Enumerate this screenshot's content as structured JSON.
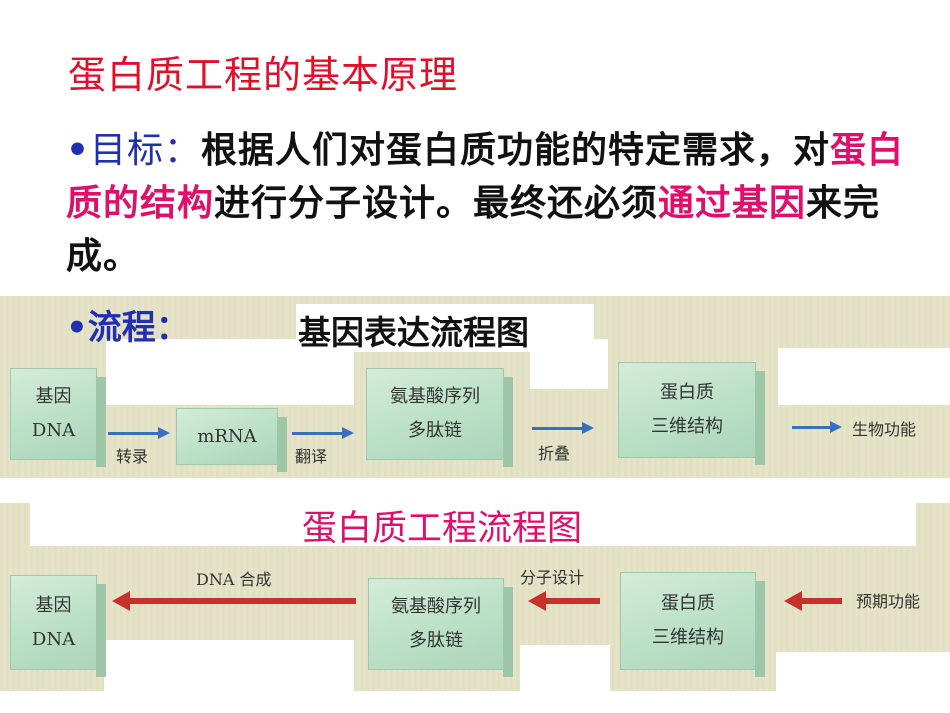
{
  "title": "蛋白质工程的基本原理",
  "goal": {
    "bullet": "•",
    "label": "目标：",
    "text1": "根据人们对蛋白质功能的特定需求，对",
    "hl1": "蛋白质的结构",
    "text2": "进行分子设计。最终还必须",
    "hl2": "通过基因",
    "text3": "来完成。"
  },
  "process": {
    "bullet": "•",
    "label": "流程："
  },
  "gene_flow": {
    "title": "基因表达流程图",
    "box1": [
      "基因",
      "DNA"
    ],
    "step1": "转录",
    "box2": "mRNA",
    "step2": "翻译",
    "box3": [
      "氨基酸序列",
      "多肽链"
    ],
    "step3": "折叠",
    "box4": [
      "蛋白质",
      "三维结构"
    ],
    "result": "生物功能"
  },
  "protein_flow": {
    "title": "蛋白质工程流程图",
    "box1": [
      "基因",
      "DNA"
    ],
    "step1": "DNA 合成",
    "box2": [
      "氨基酸序列",
      "多肽链"
    ],
    "step2": "分子设计",
    "box3": [
      "蛋白质",
      "三维结构"
    ],
    "start": "预期功能"
  }
}
